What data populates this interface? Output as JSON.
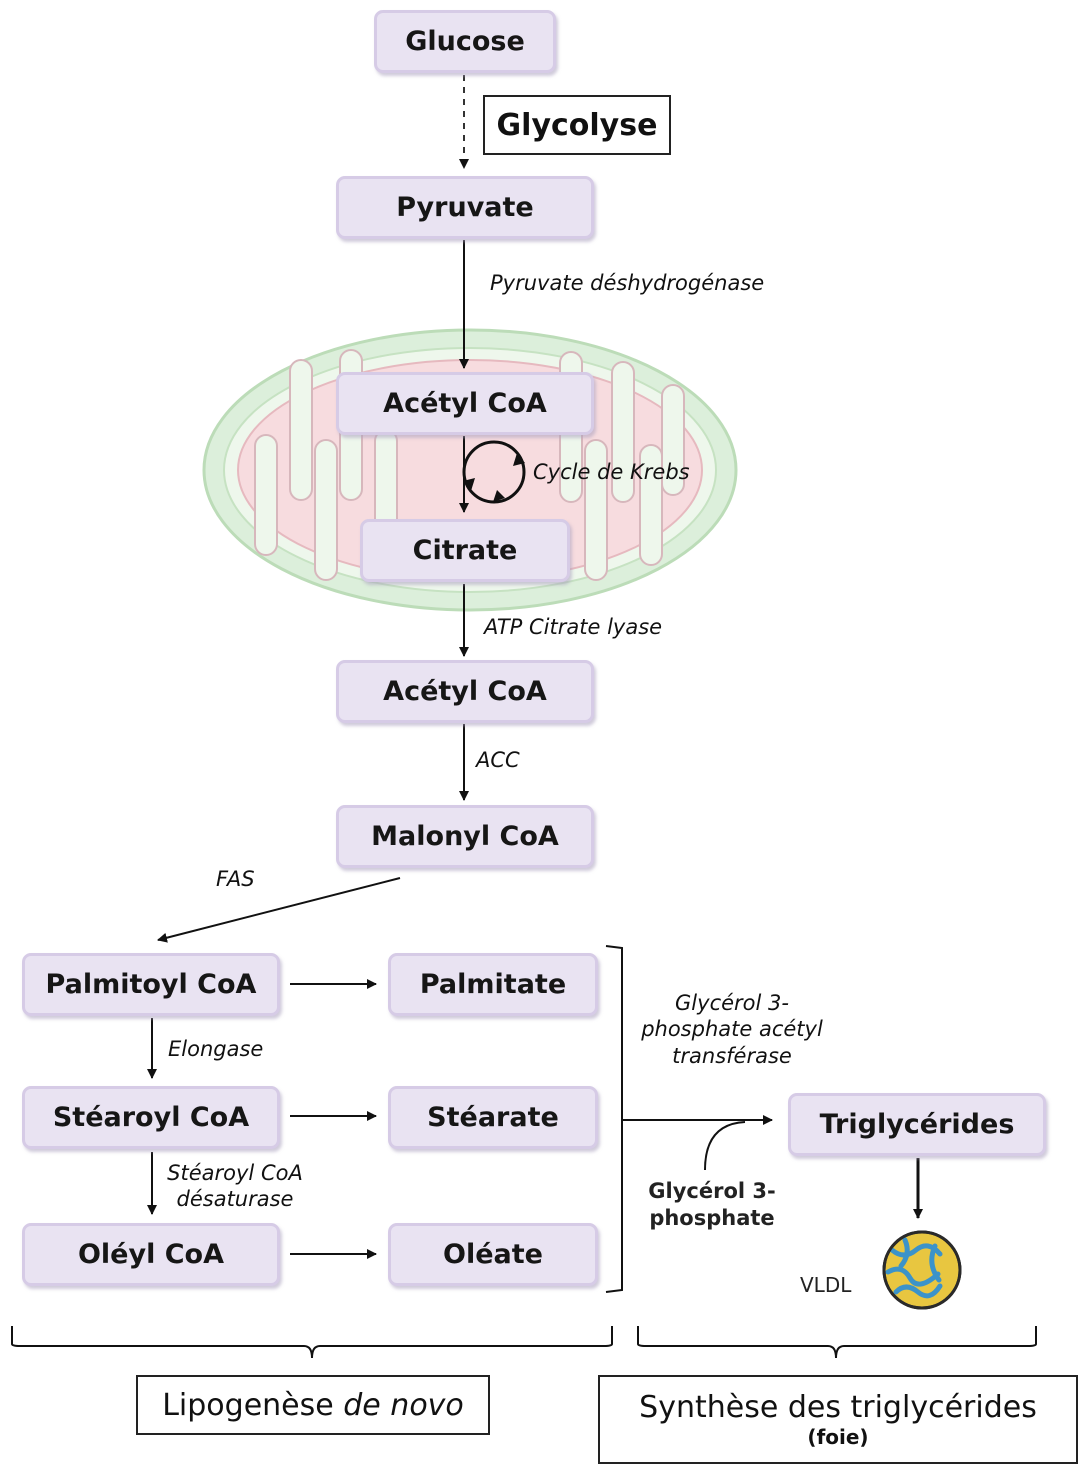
{
  "nodes": {
    "glucose": "Glucose",
    "pyruvate": "Pyruvate",
    "acetyl_coa_mito": "Acétyl CoA",
    "citrate": "Citrate",
    "acetyl_coa_cyto": "Acétyl CoA",
    "malonyl_coa": "Malonyl CoA",
    "palmitoyl_coa": "Palmitoyl CoA",
    "palmitate": "Palmitate",
    "stearoyl_coa": "Stéaroyl CoA",
    "stearate": "Stéarate",
    "oleyl_coa": "Oléyl CoA",
    "oleate": "Oléate",
    "triglycerides": "Triglycérides"
  },
  "labels": {
    "glycolyse": "Glycolyse",
    "pyruvate_dh": "Pyruvate déshydrogénase",
    "krebs": "Cycle de Krebs",
    "atp_citrate_lyase": "ATP Citrate lyase",
    "acc": "ACC",
    "fas": "FAS",
    "elongase": "Elongase",
    "desaturase_1": "Stéaroyl CoA",
    "desaturase_2": "désaturase",
    "g3p_transferase_1": "Glycérol 3-",
    "g3p_transferase_2": "phosphate acétyl",
    "g3p_transferase_3": "transférase",
    "g3p_1": "Glycérol 3-",
    "g3p_2": "phosphate",
    "vldl": "VLDL"
  },
  "footer": {
    "lipogenese": "Lipogenèse",
    "de_novo": "de novo",
    "synthese": "Synthèse des triglycérides",
    "foie": "(foie)"
  },
  "colors": {
    "node_fill": "#e9e3f2",
    "mito_outer": "#d9ecd7",
    "mito_inner": "#f6dadd"
  }
}
